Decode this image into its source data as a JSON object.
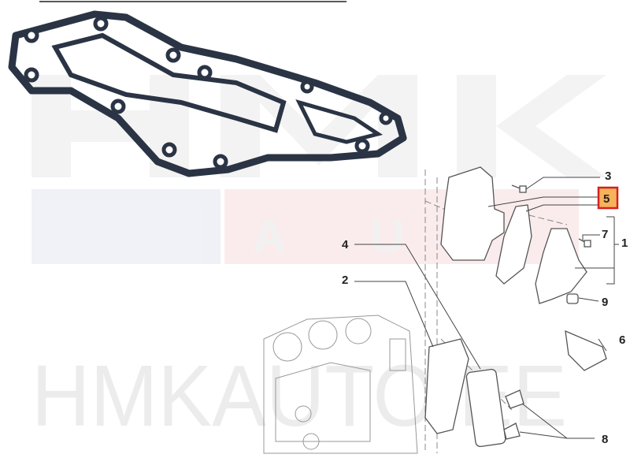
{
  "watermark": {
    "logo": "HMK AUTO",
    "url": "HMKAUTO.EE"
  },
  "colors": {
    "highlight_fill": "#f7b25c",
    "highlight_border": "#d42020",
    "gasket": "#2a3444"
  },
  "callouts": [
    {
      "id": "3",
      "label": "3"
    },
    {
      "id": "5",
      "label": "5",
      "highlighted": true
    },
    {
      "id": "7",
      "label": "7"
    },
    {
      "id": "1",
      "label": "1"
    },
    {
      "id": "4",
      "label": "4"
    },
    {
      "id": "2",
      "label": "2"
    },
    {
      "id": "9",
      "label": "9"
    },
    {
      "id": "6",
      "label": "6"
    },
    {
      "id": "8",
      "label": "8"
    }
  ]
}
